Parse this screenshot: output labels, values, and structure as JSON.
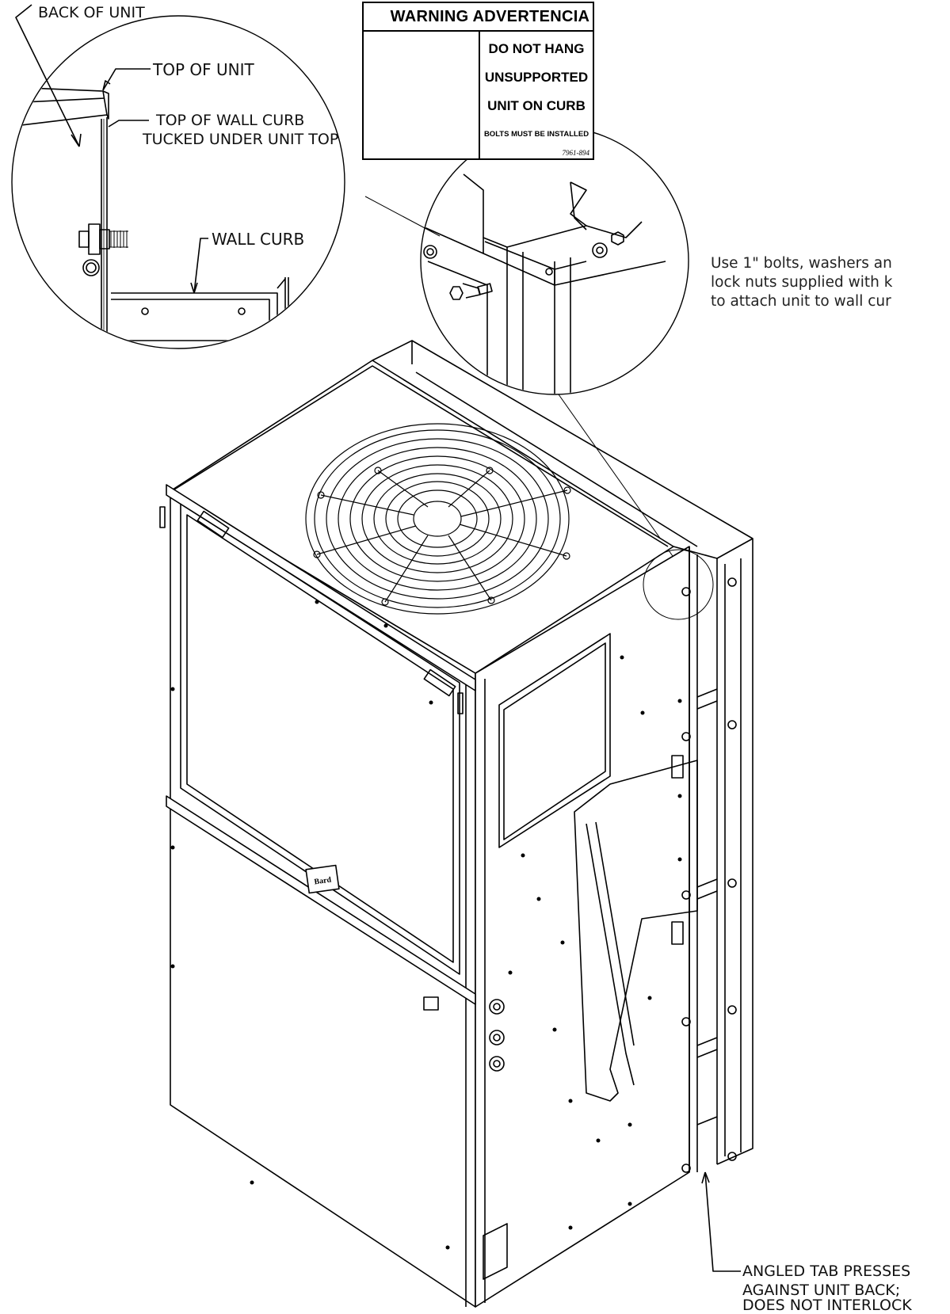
{
  "callouts": {
    "back_of_unit": "BACK OF UNIT",
    "top_of_unit": "TOP OF UNIT",
    "top_of_wall_curb_1": "TOP OF WALL CURB",
    "top_of_wall_curb_2": "TUCKED UNDER UNIT TOP",
    "wall_curb": "WALL CURB",
    "angled_tab_1": "ANGLED TAB PRESSES",
    "angled_tab_2": "AGAINST UNIT BACK;",
    "angled_tab_3": "DOES NOT INTERLOCK"
  },
  "bolt_note": {
    "line1": "Use 1\" bolts, washers an",
    "line2": "lock nuts supplied with k",
    "line3": "to attach unit to wall cur"
  },
  "warning_label": {
    "header": "WARNING  ADVERTENCIA",
    "line1": "DO NOT HANG",
    "line2": "UNSUPPORTED",
    "line3": "UNIT ON CURB",
    "line4": "BOLTS MUST BE INSTALLED",
    "part_number": "7961-894"
  },
  "nameplate": "Bard"
}
